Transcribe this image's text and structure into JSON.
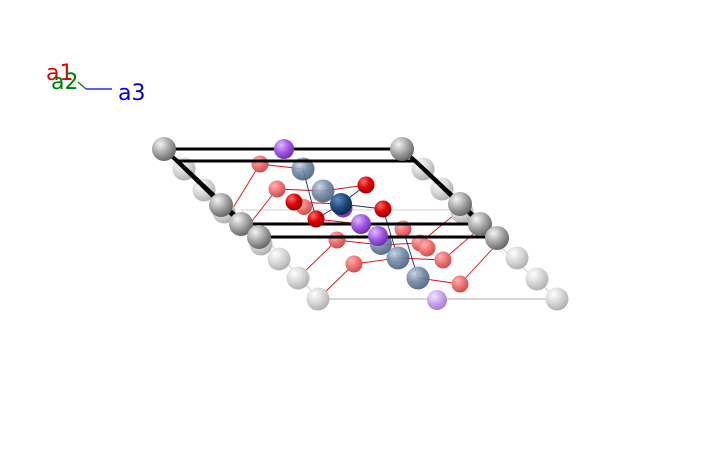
{
  "axes": {
    "a1": {
      "label": "a1",
      "color": "#e10000"
    },
    "a2": {
      "label": "a2",
      "color": "#008000"
    },
    "a3": {
      "label": "a3",
      "color": "#0000dd"
    }
  },
  "colors": {
    "cell_edge": "#000000",
    "guide_edge": "#bdbdbd",
    "bond_red": "#e01010",
    "bond_dark": "#1a2f66",
    "metal_gray": "#8f8f8f",
    "oxygen_red": "#e60000",
    "violet": "#a35ae6",
    "slate_blue": "#6d86a4",
    "navy": "#1f4d7d"
  }
}
